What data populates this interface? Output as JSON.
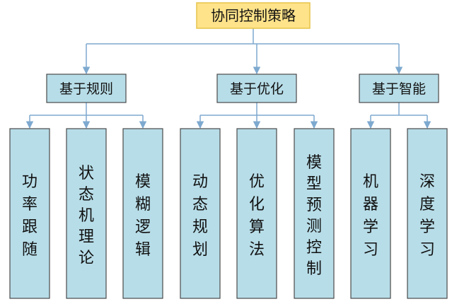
{
  "diagram": {
    "root": {
      "label": "协同控制策略"
    },
    "categories": [
      {
        "label": "基于规则",
        "children": [
          "功率跟随",
          "状态机理论",
          "模糊逻辑"
        ]
      },
      {
        "label": "基于优化",
        "children": [
          "动态规划",
          "优化算法",
          "模型预测控制"
        ]
      },
      {
        "label": "基于智能",
        "children": [
          "机器学习",
          "深度学习"
        ]
      }
    ],
    "colors": {
      "root_fill": "#FFE38A",
      "root_border": "#E6C44A",
      "node_fill": "#B7DDE8",
      "node_border": "#4A4A4A",
      "connector": "#7EA9CF"
    }
  }
}
